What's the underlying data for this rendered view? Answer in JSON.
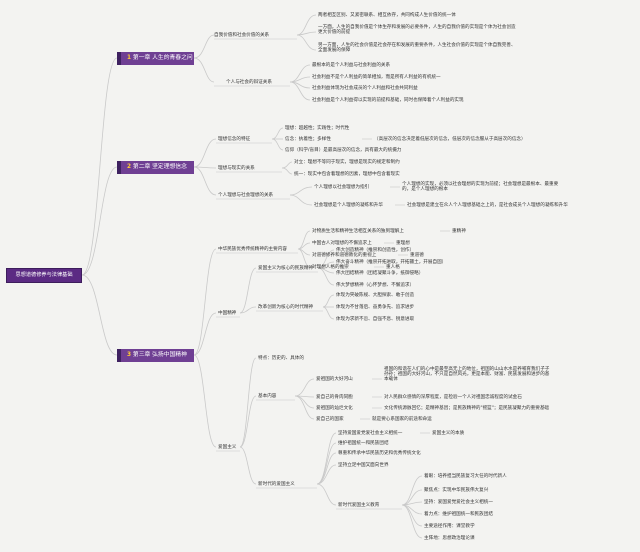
{
  "root": "思想道德修养与法律基础",
  "chapters": [
    {
      "num": "1",
      "title": "第一章 人生的青春之问",
      "groups": [
        {
          "label": "自我价值和社会价值的关系",
          "items": [
            "两者相互区别、又紧密联系、相互依存，共同构成人生价值的统一体",
            "一方面，人生的自我价值是个体生存和发展的必要条件，人生的自我价值的实现是个体为社会创造更大价值的前提",
            "另一方面，人生的社会价值是社会存在和发展的重要条件，人生社会价值的实现是个体自我完善、全面发展的保障"
          ]
        },
        {
          "label": "个人与社会的辩证关系",
          "items": [
            "最根本的是个人利益与社会利益的关系",
            "社会利益不是个人利益的简单相加，而是所有人利益的有机统一",
            "社会利益体现为社会成员的个人利益和社会共同利益",
            "社会利益是个人利益得以实现的前提和基础，同时也保障着个人利益的实现"
          ]
        }
      ]
    },
    {
      "num": "2",
      "title": "第二章 坚定理想信念",
      "groups": [
        {
          "label": "理想信念的特征",
          "items": [
            "理想：超越性；实践性；时代性",
            "信念：执着性；多样性",
            "信仰（科学/盲目）是最高层次的信念，具有最大的统摄力"
          ],
          "note": "（高层次的信念决定着低层次的信念，低层次的信念服从于高层次的信念）"
        },
        {
          "label": "理想与现实的关系",
          "items": [
            "对立：理想不等同于现实，理想是现实的规定和制约",
            "统一：现实中包含着理想的因素，理想中包含着现实"
          ]
        },
        {
          "label": "个人理想与社会理想的关系",
          "items": [
            "个人理想以社会理想为指引",
            "社会理想是个人理想的凝练和升华"
          ],
          "notes": [
            "个人理想的实现，必须以社会理想的实现为前提；社会理想是最根本、最重要的，是个人理想的根本",
            "社会理想是建立在众人个人理想基础之上的，是社会成员个人理想的凝练和升华"
          ]
        }
      ]
    },
    {
      "num": "3",
      "title": "第三章 弘扬中国精神",
      "spirit": {
        "label": "中华民族优秀传统精神的主要内容",
        "items": [
          {
            "text": "对物质生活和精神生活相互关系的独到理解上",
            "tag": "重精神"
          },
          {
            "text": "中国古人对理想的不懈追求上",
            "tag": "重理想"
          },
          {
            "text": "对道德修养和道德教化的重视上",
            "tag": "重道德"
          },
          {
            "text": "对理想人格的推崇",
            "tag": "重人格"
          }
        ]
      },
      "china_spirit": {
        "label": "中国精神",
        "patriotism": {
          "label": "爱国主义为核心的民族精神",
          "items": [
            "伟大创造精神（推崇和创造性，创作）",
            "伟大奋斗精神（推崇开拓进取，开拓疆土，开展自固）",
            "伟大团结精神（团结凝聚斗争，抵御侵略）",
            "伟大梦想精神（心怀梦想、不懈追求）"
          ]
        },
        "reform": {
          "label": "改革创新为核心的时代精神",
          "items": [
            "体现为突破陈规、大胆探索、敢于创造",
            "体现为不甘落后、奋勇争先、追求进步",
            "体现为求新不怠、自强不息、锐意进取"
          ]
        }
      },
      "patriotism_main": {
        "label": "爱国主义",
        "features": "特点：历史的、具体的",
        "basic": {
          "label": "基本内容",
          "items": [
            {
              "text": "爱祖国的大好河山",
              "note": "祖国的和谐在人们的心中是最至高无上的地位，祖国的山山水水是养哺育我们子子孙孙；祖国的大好河山，不只是自然风光，更是本能、财富、民族发展和进步的基本载体"
            },
            {
              "text": "爱自己的骨肉同胞",
              "note": "对人民群众感情的深厚程度，是检验一个人对祖国忠诚程度的试金石"
            },
            {
              "text": "爱祖国的灿烂文化",
              "note": "文化传统源脉回忆；是精神基因；是民族精神的\"摇篮\"；是民族凝聚力的重要基础"
            },
            {
              "text": "爱自己的国家",
              "note": "就是要心系国家的前途和命运"
            }
          ]
        },
        "new_era": {
          "label": "新时代的爱国主义",
          "items": [
            {
              "text": "坚持爱国爱党爱社会主义相统一",
              "tag": "爱国主义的本质"
            },
            {
              "text": "维护祖国统一和民族团结"
            },
            {
              "text": "尊重和传承中华民族历史和优秀传统文化"
            },
            {
              "text": "坚持立足中国又面向世界"
            }
          ],
          "sub": {
            "label": "新时代爱国主义教育",
            "items": [
              "着眼：培养担当民族复习大任的时代新人",
              "聚焦点：实现中华民族伟大复兴",
              "坚持：爱国爱党爱社会主义相统一",
              "着力点：维护祖国统一和民族团结",
              "主要途径作用：课堂教学",
              "主阵地：思想政治理论课"
            ]
          }
        }
      }
    }
  ],
  "colors": {
    "line": "#d0d0d0",
    "chapter": "#6f3f93",
    "root": "#5b2a83",
    "accent": "#ffcc33"
  }
}
